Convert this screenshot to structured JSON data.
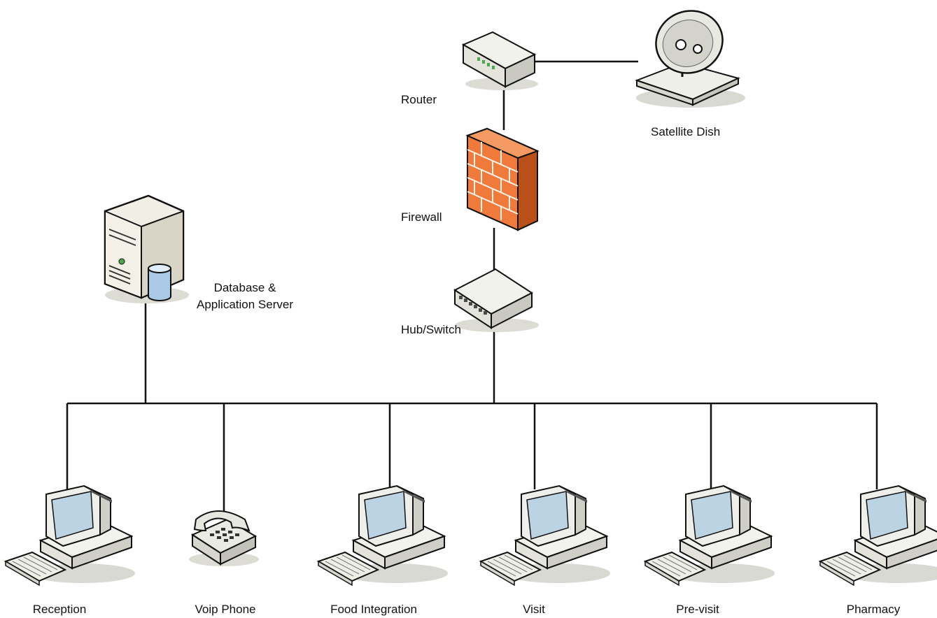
{
  "diagram": {
    "nodes": {
      "router": {
        "label": "Router",
        "icon": "router-icon"
      },
      "satellite": {
        "label": "Satellite Dish",
        "icon": "satellite-dish-icon"
      },
      "firewall": {
        "label": "Firewall",
        "icon": "firewall-icon",
        "color": "#f07a3c"
      },
      "server": {
        "label_line1": "Database &",
        "label_line2": "Application Server",
        "icon": "server-icon"
      },
      "switch": {
        "label": "Hub/Switch",
        "icon": "switch-icon"
      }
    },
    "endpoints": [
      {
        "label": "Reception",
        "icon": "computer-icon"
      },
      {
        "label": "Voip Phone",
        "icon": "phone-icon"
      },
      {
        "label": "Food Integration",
        "icon": "computer-icon"
      },
      {
        "label": "Visit",
        "icon": "computer-icon"
      },
      {
        "label": "Pre-visit",
        "icon": "computer-icon"
      },
      {
        "label": "Pharmacy",
        "icon": "computer-icon"
      }
    ],
    "colors": {
      "line": "#111111",
      "device_body": "#efefe8",
      "device_shadow": "#c9c9c0",
      "screen": "#bcd3e3",
      "firewall": "#f07a3c",
      "cylinder": "#a9c9e6"
    }
  }
}
